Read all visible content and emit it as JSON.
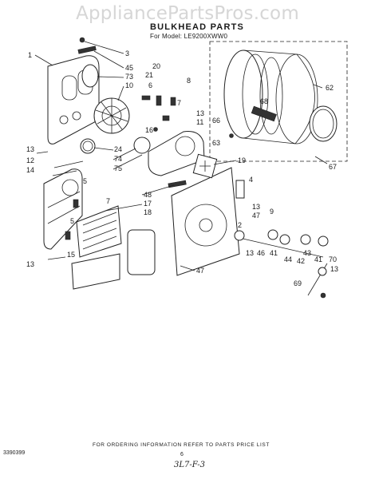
{
  "watermark": "AppliancePartsPros.com",
  "title": "BULKHEAD PARTS",
  "subtitle": "For Model: LE9200XWW0",
  "callouts": {
    "c1": "1",
    "c3": "3",
    "c45": "45",
    "c73": "73",
    "c10": "10",
    "c20": "20",
    "c21": "21",
    "c6": "6",
    "c8": "8",
    "c7a": "7",
    "c16": "16",
    "c13a": "13",
    "c11": "11",
    "c13b": "13",
    "c24": "24",
    "c74": "74",
    "c75": "75",
    "c12": "12",
    "c14": "14",
    "c19": "19",
    "c5a": "5",
    "c7b": "7",
    "c48": "48",
    "c17": "17",
    "c18": "18",
    "c4": "4",
    "c13c": "13",
    "c47a": "47",
    "c9": "9",
    "c2": "2",
    "c5b": "5",
    "c15": "15",
    "c13d": "13",
    "c13e": "13",
    "c46": "46",
    "c41a": "41",
    "c44": "44",
    "c42": "42",
    "c43": "43",
    "c41b": "41",
    "c70": "70",
    "c13f": "13",
    "c69": "69",
    "c47b": "47",
    "c62": "62",
    "c68": "68",
    "c66": "66",
    "c63": "63",
    "c67": "67"
  },
  "footer": {
    "note": "FOR ORDERING INFORMATION REFER TO PARTS PRICE LIST",
    "doc_number": "3390399",
    "page_number": "6",
    "handwritten": "3L7-F-3"
  }
}
